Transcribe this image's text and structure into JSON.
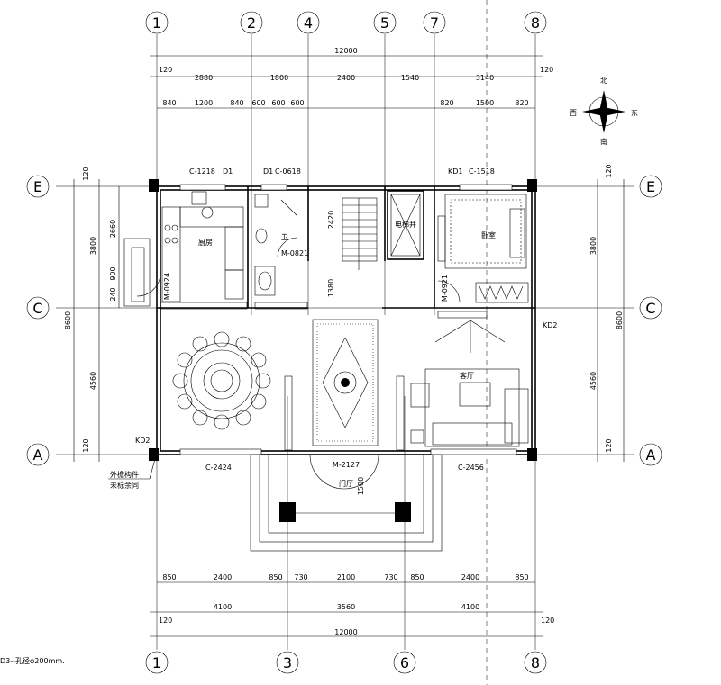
{
  "axes": {
    "top": [
      "1",
      "2",
      "4",
      "5",
      "7",
      "8"
    ],
    "bottom": [
      "1",
      "3",
      "6",
      "8"
    ],
    "left": [
      "E",
      "C",
      "A"
    ],
    "right": [
      "E",
      "C",
      "A"
    ]
  },
  "dimensions": {
    "top_total": "12000",
    "top_end_left": "120",
    "top_end_right": "120",
    "top_row2": [
      "2880",
      "1800",
      "2400",
      "1540",
      "3140"
    ],
    "top_row3": [
      "840",
      "1200",
      "840",
      "600",
      "600",
      "600",
      "820",
      "1500",
      "820"
    ],
    "bottom_row1": [
      "850",
      "2400",
      "850",
      "730",
      "2100",
      "730",
      "850",
      "2400",
      "850"
    ],
    "bottom_row2": [
      "4100",
      "3560",
      "4100"
    ],
    "bottom_total": "12000",
    "bottom_end_left": "120",
    "bottom_end_right": "120",
    "left_total": "8600",
    "left_row": [
      "3800",
      "4560"
    ],
    "left_inner": [
      "2660",
      "900",
      "240"
    ],
    "left_ends": [
      "120",
      "120"
    ],
    "right_total": "8600",
    "right_row": [
      "3800",
      "4560"
    ],
    "right_ends": [
      "120",
      "120"
    ],
    "interior": [
      "2420",
      "1380",
      "1500"
    ]
  },
  "compass": {
    "north": "北",
    "south": "南",
    "east": "东",
    "west": "西"
  },
  "labels": {
    "kitchen": "厨房",
    "living": "客厅",
    "foyer": "门厅",
    "elevator": "电梯井",
    "bedroom": "卧室",
    "toilet": "卫"
  },
  "tags": {
    "c1218": "C-1218",
    "d1a": "D1",
    "d1b": "D1",
    "c0618": "C-0618",
    "kd1": "KD1",
    "c1518": "C-1518",
    "m0821": "M-0821",
    "m0924": "M-0924",
    "m0921": "M-0921",
    "kd2_right": "KD2",
    "kd2_left": "KD2",
    "c2424": "C-2424",
    "c2456": "C-2456",
    "m2127": "M-2127",
    "note_line1": "外檐构件",
    "note_line2": "未标余同",
    "footnote": "D3--孔径φ200mm."
  }
}
